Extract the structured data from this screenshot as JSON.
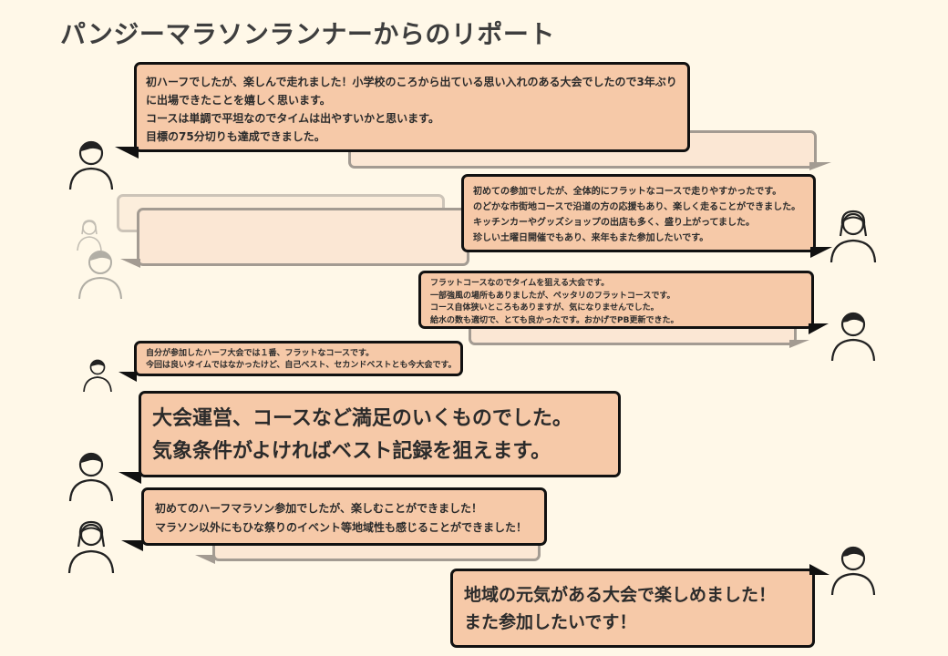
{
  "page": {
    "title": "パンジーマラソンランナーからのリポート"
  },
  "comments": [
    {
      "id": "b1",
      "lines": [
        "初ハーフでしたが、楽しんで走れました！小学校のころから出ている思い入れのある大会でしたので3年ぶり",
        "に出場できたことを嬉しく思います。",
        "コースは単調で平坦なのでタイムは出やすいかと思います。",
        "目標の75分切りも達成できました。"
      ]
    },
    {
      "id": "b2",
      "lines": [
        "初めての参加でしたが、全体的にフラットなコースで走りやすかったです。",
        "のどかな市街地コースで沿道の方の応援もあり、楽しく走ることができました。",
        "キッチンカーやグッズショップの出店も多く、盛り上がってました。",
        "珍しい土曜日開催でもあり、来年もまた参加したいです。"
      ]
    },
    {
      "id": "b3",
      "lines": [
        "フラットコースなのでタイムを狙える大会です。",
        "一部強風の場所もありましたが、ペッタリのフラットコースです。",
        "コース自体狭いところもありますが、気になりませんでした。",
        "給水の数も適切で、とても良かったです。おかげでPB更新できた。"
      ]
    },
    {
      "id": "b4",
      "lines": [
        "自分が参加したハーフ大会では１番、フラットなコースです。",
        "今回は良いタイムではなかったけど、自己ベスト、セカンドベストとも今大会です。"
      ]
    },
    {
      "id": "b5",
      "lines": [
        "大会運営、コースなど満足のいくものでした。",
        "気象条件がよければベスト記録を狙えます。"
      ]
    },
    {
      "id": "b6",
      "lines": [
        "初めてのハーフマラソン参加でしたが、楽しむことができました！",
        "マラソン以外にもひな祭りのイベント等地域性も感じることができました！"
      ]
    },
    {
      "id": "b7",
      "lines": [
        "地域の元気がある大会で楽しめました！",
        "また参加したいです！"
      ]
    }
  ],
  "colors": {
    "background": "#fff8e8",
    "bubble_fill": "#f6c9a8",
    "bubble_border": "#111111",
    "ghost_fill": "#fbe7d4",
    "ghost_border": "#a39b92"
  },
  "icons": {
    "person": "runner-person-icon"
  }
}
